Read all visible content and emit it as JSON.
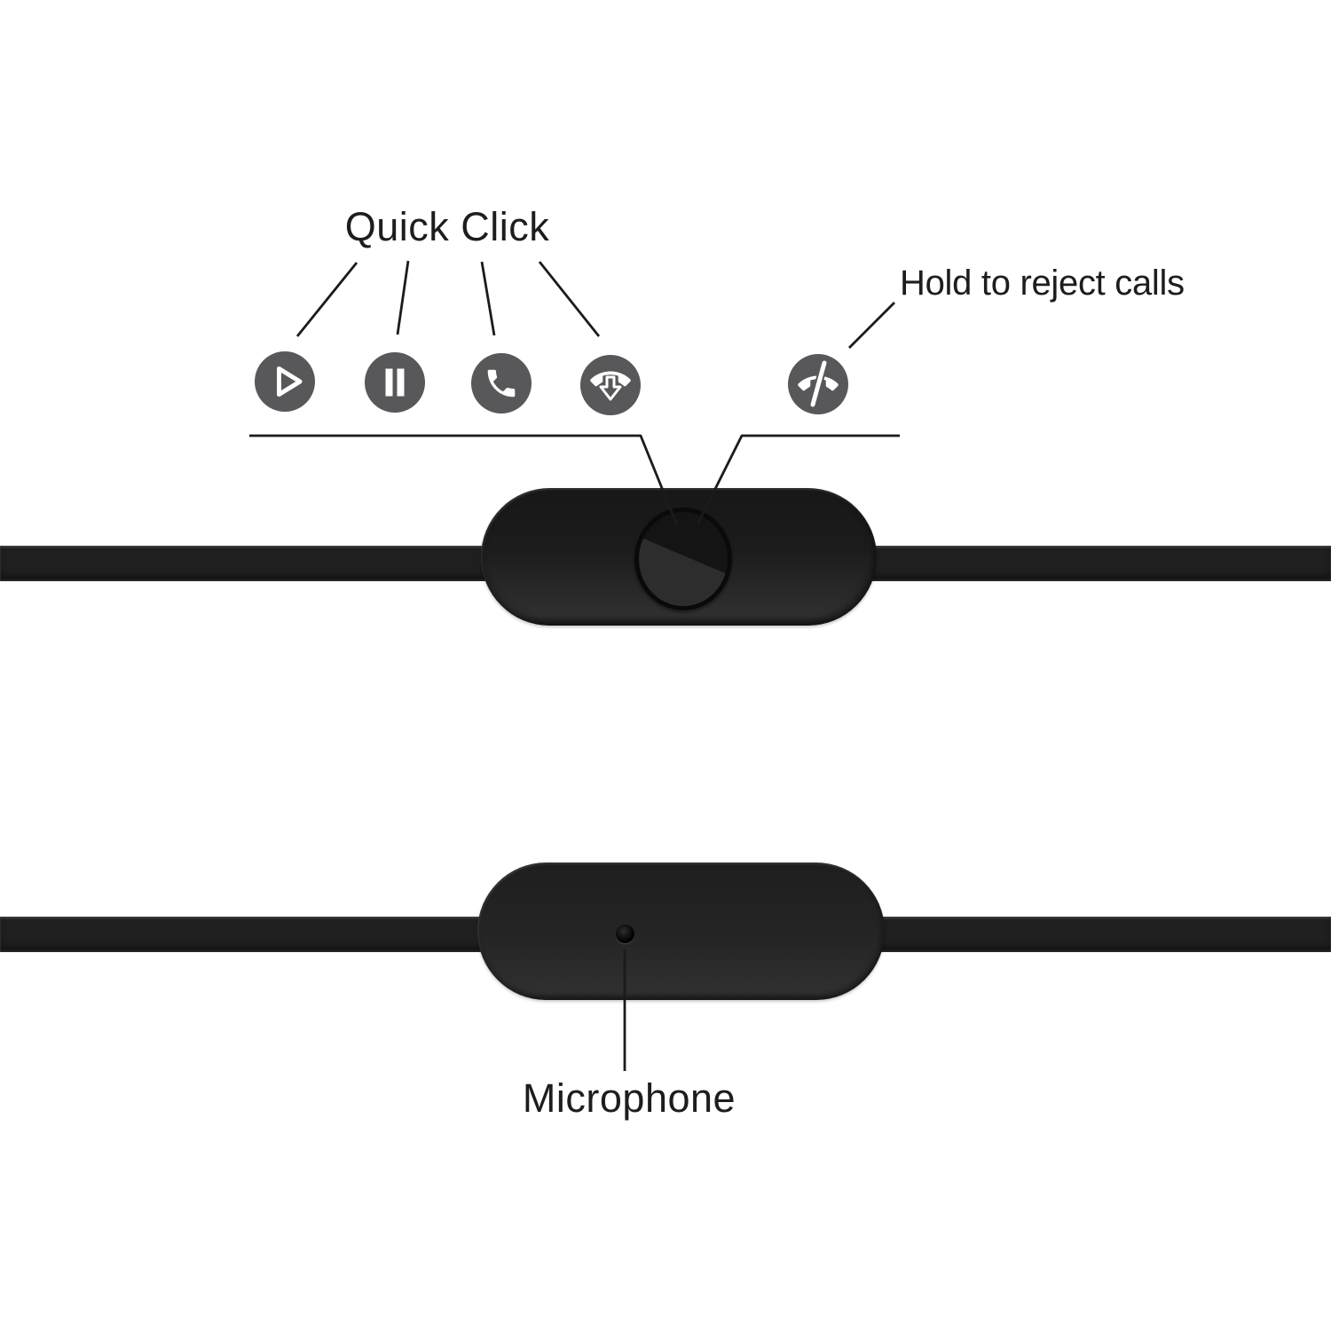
{
  "figure": {
    "type": "product-instruction-diagram",
    "subject": "earphone-inline-remote-and-microphone"
  },
  "annotations": {
    "quick_click": {
      "label": "Quick Click",
      "icons": [
        "play-icon",
        "pause-icon",
        "answer-call-icon",
        "end-call-icon"
      ]
    },
    "hold_to_reject": {
      "label": "Hold to reject calls",
      "icons": [
        "reject-call-icon"
      ]
    },
    "microphone": {
      "label": "Microphone"
    }
  },
  "icons": [
    {
      "name": "play-icon"
    },
    {
      "name": "pause-icon"
    },
    {
      "name": "answer-call-icon"
    },
    {
      "name": "end-call-icon"
    },
    {
      "name": "reject-call-icon"
    }
  ],
  "colors": {
    "background": "#ffffff",
    "icon_circle": "#58585b",
    "icon_glyph": "#ffffff",
    "annotation_line": "#1b1b1b",
    "text": "#1d1d1d",
    "device_body": "#1e1e1e"
  }
}
